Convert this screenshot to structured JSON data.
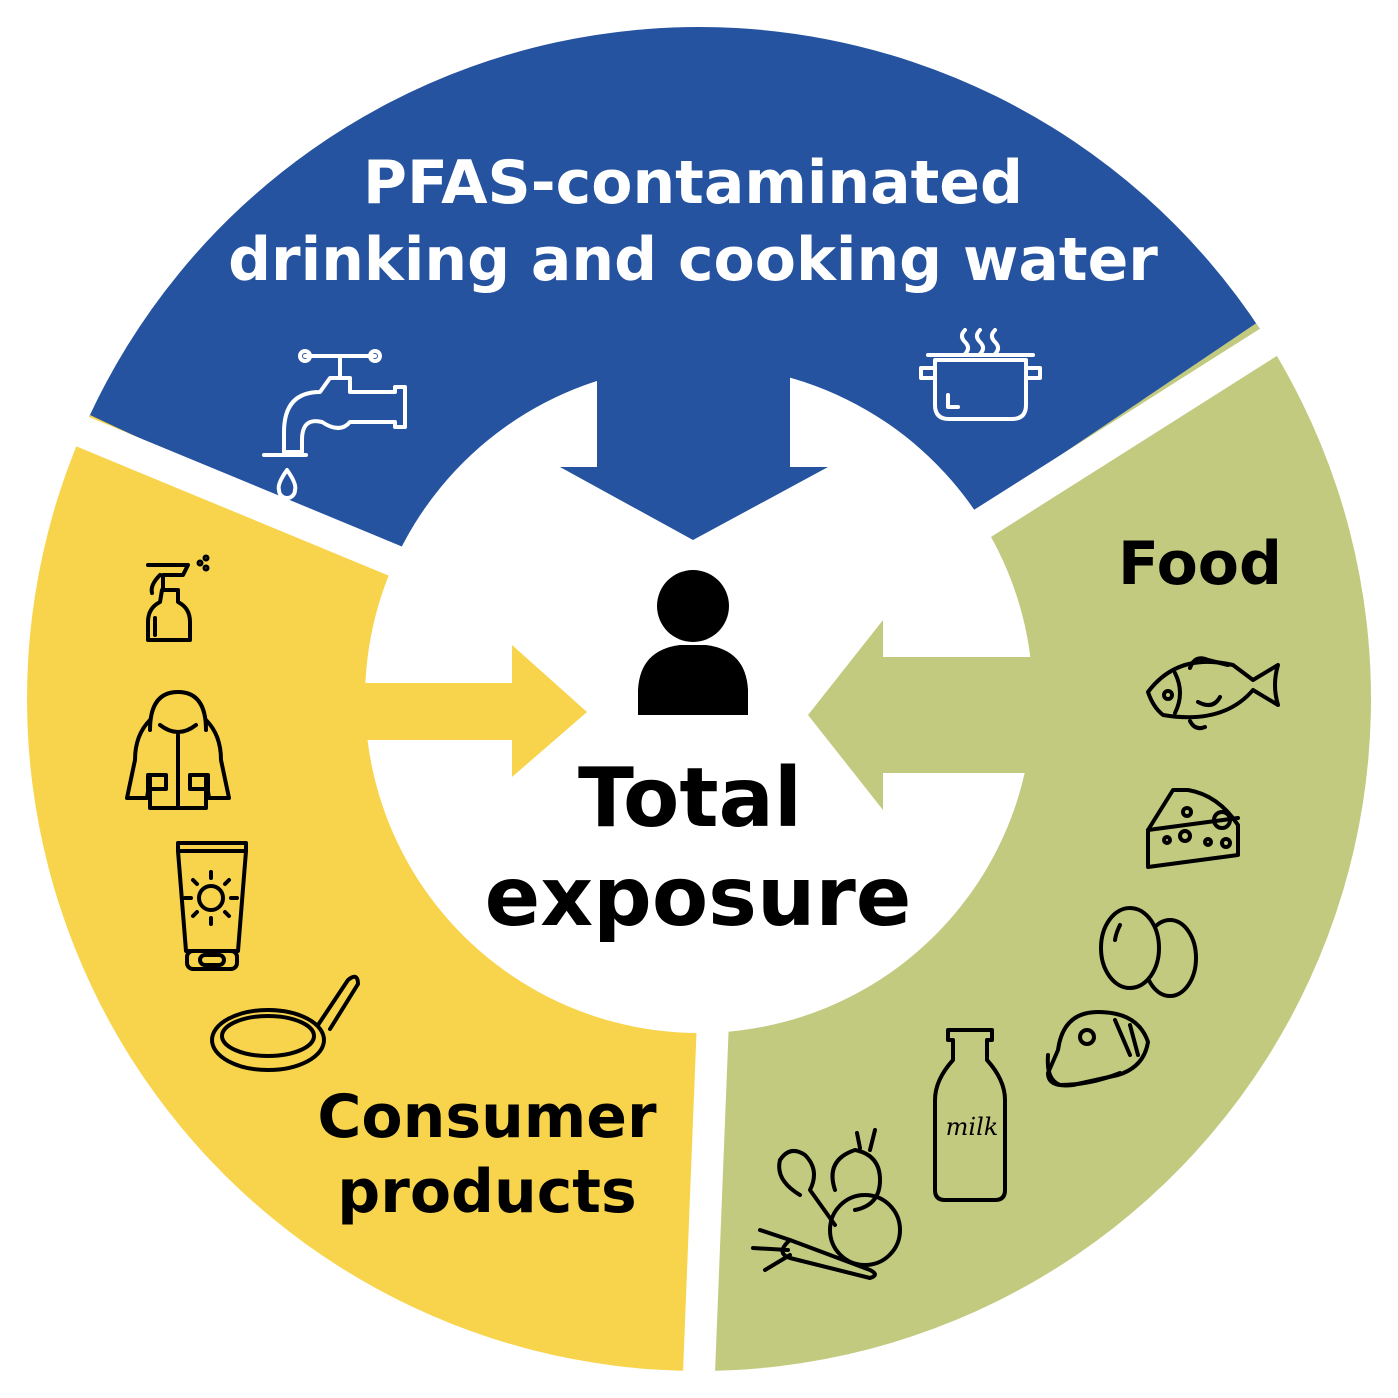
{
  "center": {
    "line1": "Total",
    "line2": "exposure",
    "icon": "person-icon"
  },
  "segments": {
    "water": {
      "line1": "PFAS-contaminated",
      "line2": "drinking and cooking water",
      "color": "#2553a0",
      "icons": [
        "faucet-icon",
        "cooking-pot-icon"
      ]
    },
    "food": {
      "label": "Food",
      "color": "#c2ca80",
      "icons": [
        "fish-icon",
        "cheese-icon",
        "eggs-icon",
        "ham-icon",
        "milk-bottle-icon",
        "vegetables-icon"
      ],
      "milk_text": "milk"
    },
    "consumer": {
      "line1": "Consumer",
      "line2": "products",
      "color": "#f7d44c",
      "icons": [
        "spray-bottle-icon",
        "rain-jacket-icon",
        "sunscreen-icon",
        "frying-pan-icon"
      ]
    }
  }
}
